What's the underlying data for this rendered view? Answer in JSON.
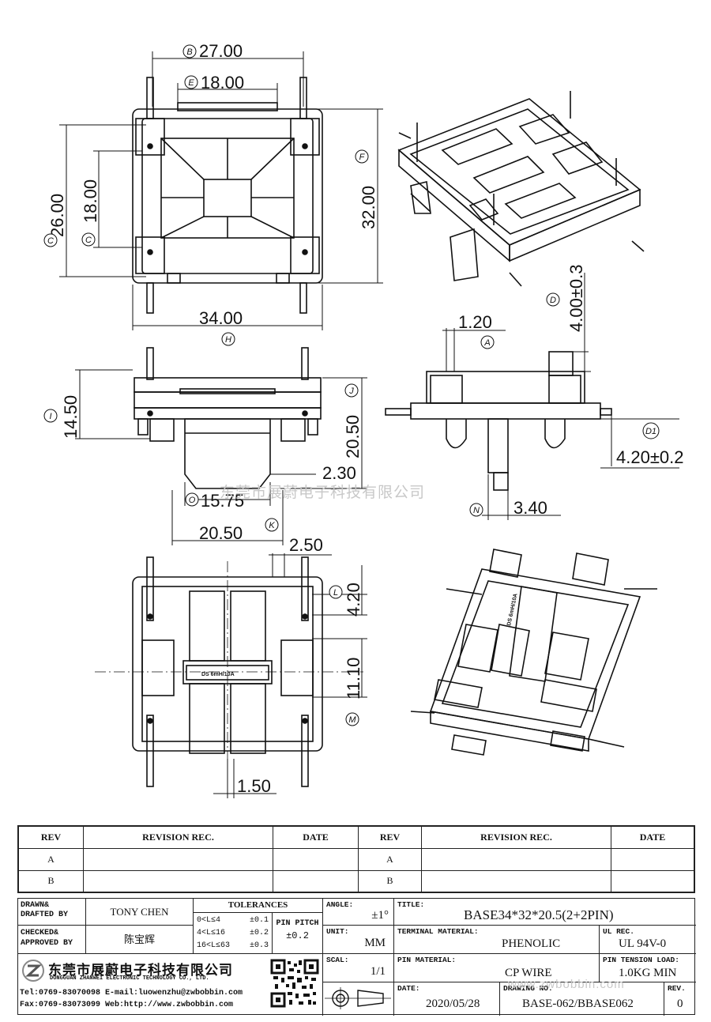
{
  "dimensions": {
    "B": "27.00",
    "E": "18.00",
    "C1": "26.00",
    "C2": "18.00",
    "F": "32.00",
    "H": "34.00",
    "I": "14.50",
    "J": "20.50",
    "K": "20.50",
    "O": "15.75",
    "dim_2_30": "2.30",
    "D": "4.00±0.3",
    "A": "1.20",
    "D1": "4.20±0.2",
    "N": "3.40",
    "L": "4.20",
    "dim_2_50": "2.50",
    "M": "11.10",
    "dim_1_50": "1.50"
  },
  "markers": {
    "A": "A",
    "B": "B",
    "C": "C",
    "D": "D",
    "D1": "D1",
    "E": "E",
    "F": "F",
    "H": "H",
    "I": "I",
    "J": "J",
    "K": "K",
    "L": "L",
    "M": "M",
    "N": "N",
    "O": "O"
  },
  "part_label": "DS 6mH/10A",
  "watermark": "东莞市展蔚电子科技有限公司",
  "revision": {
    "headers": [
      "REV",
      "REVISION REC.",
      "DATE",
      "REV",
      "REVISION REC.",
      "DATE"
    ],
    "rows": [
      [
        "A",
        "",
        "",
        "A",
        "",
        ""
      ],
      [
        "B",
        "",
        "",
        "B",
        "",
        ""
      ]
    ]
  },
  "titleblock": {
    "drawn_label": "DRAWN& DRAFTED BY",
    "drawn_value": "TONY CHEN",
    "checked_label": "CHECKED& APPROVED BY",
    "checked_value": "陈宝辉",
    "tolerances_label": "TOLERANCES",
    "tol_rows": [
      [
        "0<L≤4",
        "±0.1"
      ],
      [
        "4<L≤16",
        "±0.2"
      ],
      [
        "16<L≤63",
        "±0.3"
      ]
    ],
    "pin_pitch_label": "PIN PITCH",
    "pin_pitch_value": "±0.2",
    "angle_label": "ANGLE:",
    "angle_value": "±1°",
    "unit_label": "UNIT:",
    "unit_value": "MM",
    "scal_label": "SCAL:",
    "scal_value": "1/1",
    "title_label": "TITLE:",
    "title_value": "BASE34*32*20.5(2+2PIN)",
    "terminal_label": "TERMINAL MATERIAL:",
    "terminal_value": "PHENOLIC",
    "ul_label": "UL REC.",
    "ul_value": "UL 94V-0",
    "pin_mat_label": "PIN MATERIAL:",
    "pin_mat_value": "CP WIRE",
    "tension_label": "PIN TENSION LOAD:",
    "tension_value": "1.0KG MIN",
    "date_label": "DATE:",
    "date_value": "2020/05/28",
    "drawing_label": "DRAWING NO.",
    "drawing_value": "BASE-062/BBASE062",
    "rev_label": "REV.",
    "rev_value": "0",
    "company_cn": "东莞市展蔚电子科技有限公司",
    "company_en": "DONGGUAN ZHANWEI ELECTRONIC TECHNOLOGY CO., LTD.",
    "tel": "Tel:0769-83070098 E-mail:luowenzhu@zwbobbin.com",
    "fax": "Fax:0769-83073099 Web:http://www.zwbobbin.com",
    "watermark_url": "www.zwbobbin.com"
  }
}
